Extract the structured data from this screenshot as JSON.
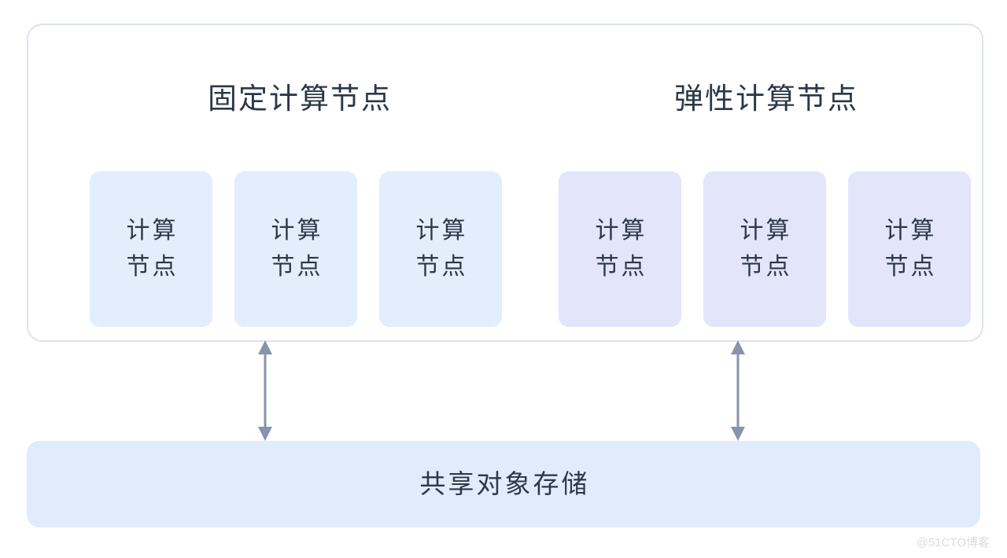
{
  "diagram": {
    "groups": [
      {
        "id": "fixed-compute-nodes",
        "title": "固定计算节点",
        "card_color": "#e3eefc",
        "nodes": [
          {
            "line1": "计算",
            "line2": "节点"
          },
          {
            "line1": "计算",
            "line2": "节点"
          },
          {
            "line1": "计算",
            "line2": "节点"
          }
        ]
      },
      {
        "id": "elastic-compute-nodes",
        "title": "弹性计算节点",
        "card_color": "#e3e5fa",
        "nodes": [
          {
            "line1": "计算",
            "line2": "节点"
          },
          {
            "line1": "计算",
            "line2": "节点"
          },
          {
            "line1": "计算",
            "line2": "节点"
          }
        ]
      }
    ],
    "connectors": [
      {
        "id": "fixed-to-storage",
        "style": "double-arrow-vertical",
        "color": "#8794ab"
      },
      {
        "id": "elastic-to-storage",
        "style": "double-arrow-vertical",
        "color": "#8794ab"
      }
    ],
    "storage": {
      "label": "共享对象存储",
      "fill": "#e0ebfb"
    },
    "colors": {
      "text": "#2c3748",
      "container_border": "#dde2f0",
      "background": "#ffffff",
      "arrow": "#8794ab"
    }
  },
  "watermark": {
    "text": "@51CTO博客"
  }
}
